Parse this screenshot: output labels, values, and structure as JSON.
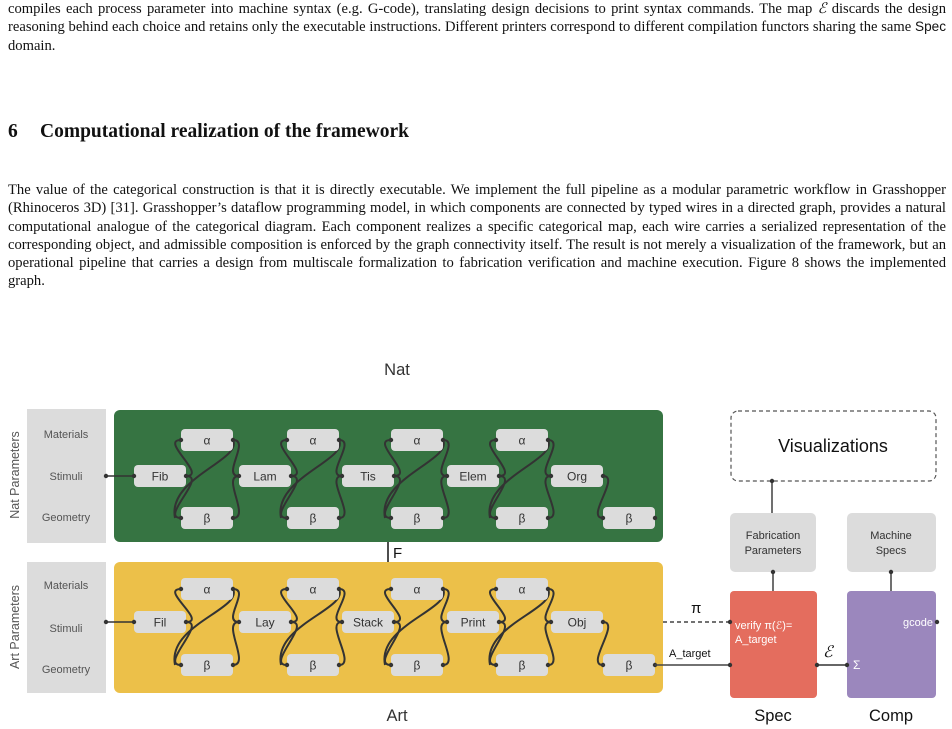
{
  "text": {
    "p1_a": "compiles each process parameter into machine syntax (e.g. G-code), translating design decisions to print syntax commands. The map ",
    "p1_sym": "ℰ",
    "p1_b": " discards the design reasoning behind each choice and retains only the executable instructions. Different printers correspond to different compilation functors sharing the same ",
    "p1_spec": "Spec",
    "p1_c": " domain.",
    "section_number": "6",
    "section_title": "Computational realization of the framework",
    "p2": "The value of the categorical construction is that it is directly executable. We implement the full pipeline as a modular parametric workflow in Grasshopper (Rhinoceros 3D) [31]. Grasshopper’s dataflow programming model, in which components are connected by typed wires in a directed graph, provides a natural computational analogue of the categorical diagram. Each component realizes a specific categorical map, each wire carries a serialized representation of the corresponding object, and admissible composition is enforced by the graph connectivity itself. The result is not merely a visualization of the framework, but an operational pipeline that carries a design from multiscale formalization to fabrication verification and machine execution. Figure 8 shows the implemented graph."
  },
  "figure": {
    "nat_title": "Nat",
    "art_title": "Art",
    "nat_params_label": "Nat Parameters",
    "art_params_label": "Art Parameters",
    "param_labels": [
      "Materials",
      "Stimuli",
      "Geometry"
    ],
    "nat_nodes": [
      "Fib",
      "Lam",
      "Tis",
      "Elem",
      "Org"
    ],
    "art_nodes": [
      "Fil",
      "Lay",
      "Stack",
      "Print",
      "Obj"
    ],
    "alpha": "α",
    "beta": "β",
    "functor_label": "F",
    "pi_label": "π",
    "a_target_label": "A_target",
    "visualizations": "Visualizations",
    "fab_params_line1": "Fabrication",
    "fab_params_line2": "Parameters",
    "machine_specs_line1": "Machine",
    "machine_specs_line2": "Specs",
    "spec_verify_line1": "verify π(ℰ)=",
    "spec_verify_line2": "A_target",
    "spec_title": "Spec",
    "comp_title": "Comp",
    "gcode": "gcode",
    "sigma": "Σ",
    "e_label": "ℰ",
    "colors": {
      "nat_green": "#367442",
      "art_yellow": "#ecc049",
      "node_gray": "#dcdcdc",
      "spec_red": "#e46d5e",
      "comp_purple": "#9b87bd"
    }
  }
}
